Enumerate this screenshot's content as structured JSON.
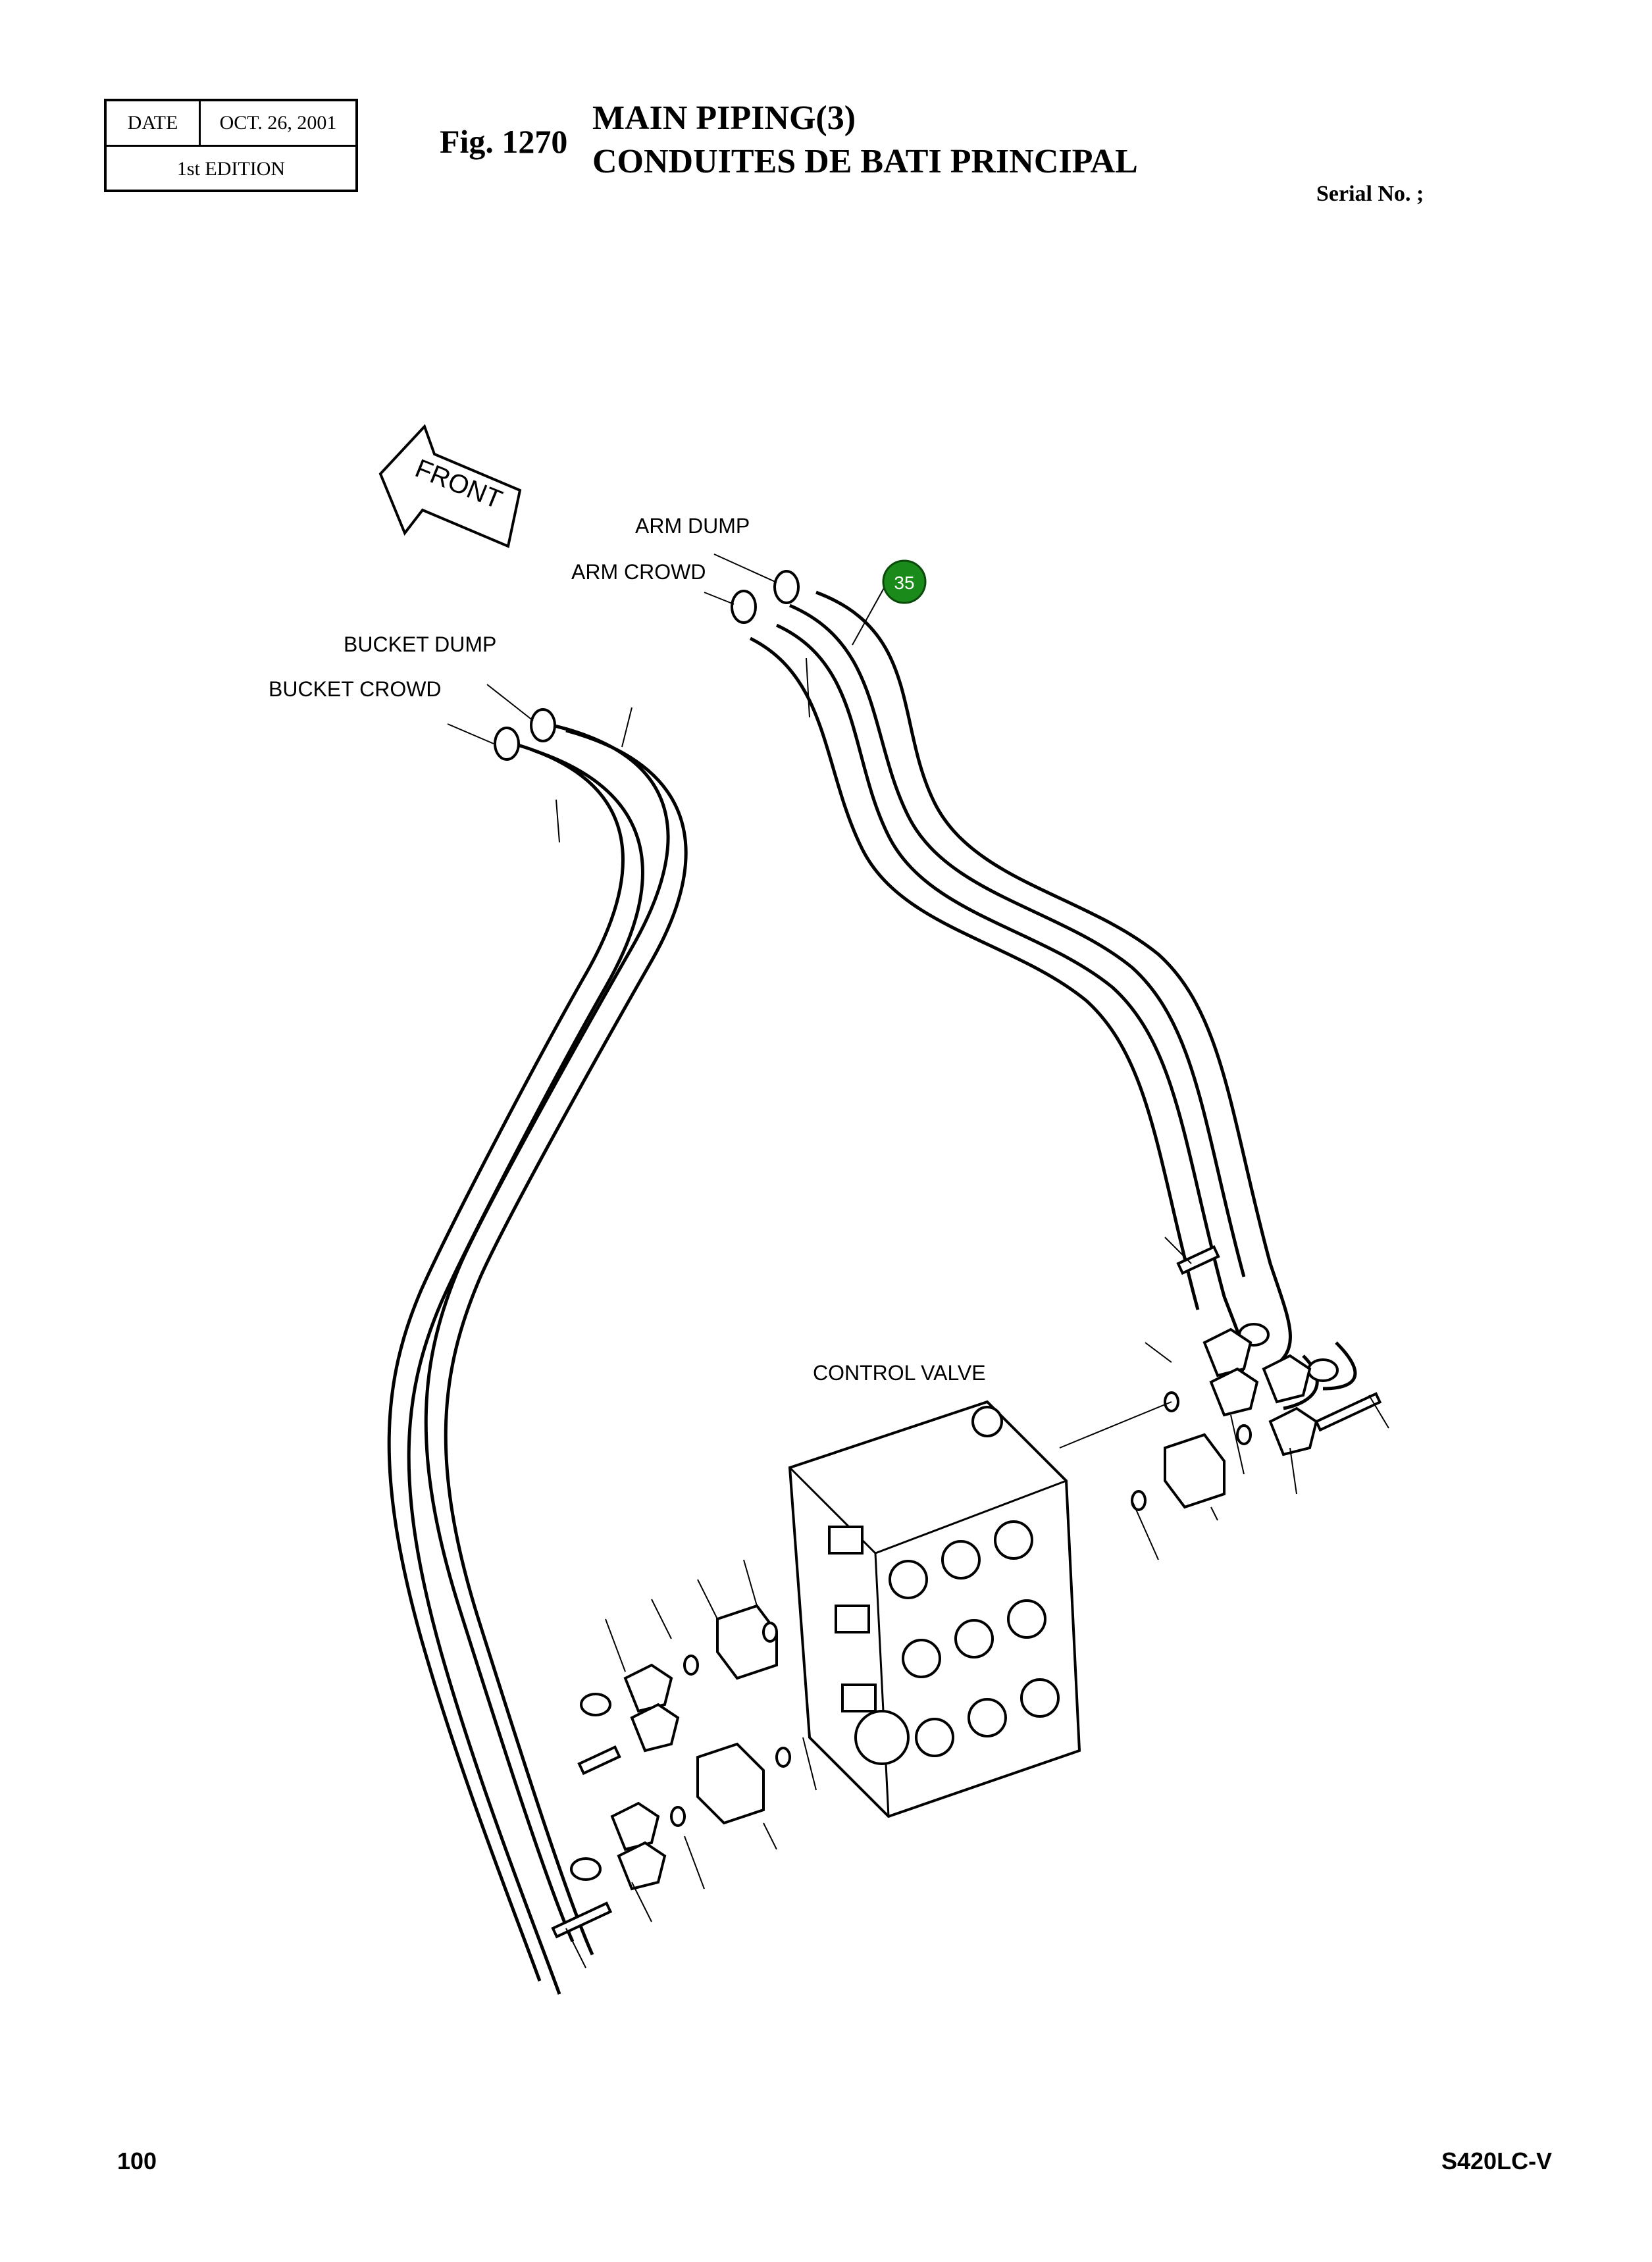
{
  "header": {
    "date_label": "DATE",
    "date_value": "OCT. 26, 2001",
    "edition": "1st EDITION",
    "fig_label": "Fig. 1270",
    "title_en": "MAIN PIPING(3)",
    "title_fr": "CONDUITES DE BATI PRINCIPAL",
    "serial": "Serial No. ;"
  },
  "diagram": {
    "front_label": "FRONT",
    "labels": {
      "arm_dump": "ARM DUMP",
      "arm_crowd": "ARM CROWD",
      "bucket_dump": "BUCKET DUMP",
      "bucket_crowd": "BUCKET CROWD",
      "control_valve": "CONTROL VALVE"
    },
    "callout": {
      "number": "35",
      "color": "#1a8a1a"
    }
  },
  "footer": {
    "page_number": "100",
    "model": "S420LC-V"
  }
}
